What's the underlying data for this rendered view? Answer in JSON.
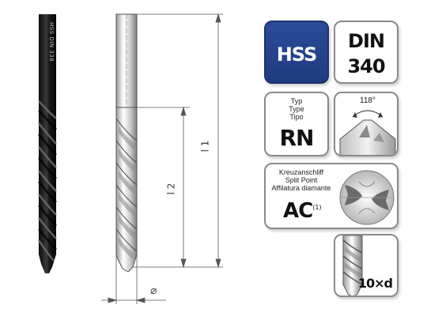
{
  "drill_photo": {
    "shank_marking": "HSS DIN 338"
  },
  "tech_drawing": {
    "overall_length_label": "l 1",
    "flute_length_label": "l 2",
    "diameter_symbol": "⌀"
  },
  "badges": {
    "material": "HSS",
    "standard_line1": "DIN",
    "standard_line2": "340",
    "type_caption_de": "Typ",
    "type_caption_en": "Type",
    "type_caption_it": "Tipo",
    "type_code": "RN",
    "point_angle": "118°",
    "point_caption_de": "Kreuzanschliff",
    "point_caption_en": "Split Point",
    "point_caption_it": "Affilatura diamante",
    "point_code": "AC",
    "point_code_footnote": "(1)",
    "length_ratio": "10×d"
  },
  "colors": {
    "badge_blue": "#24418a",
    "tile_border": "#8a8a8a",
    "drill_black": "#1a1a1a"
  }
}
